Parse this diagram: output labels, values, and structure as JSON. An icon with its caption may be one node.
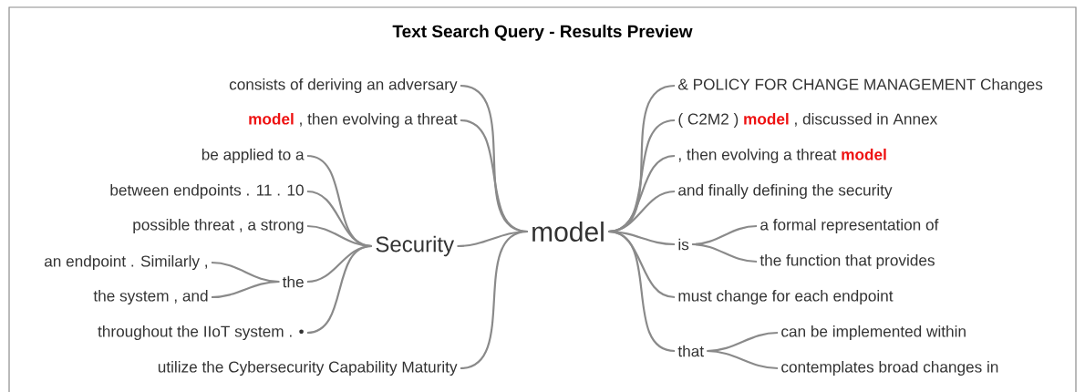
{
  "diagram": {
    "title": "Text Search Query - Results Preview",
    "nodes": [
      {
        "text": [
          "consists of deriving an adversary"
        ]
      },
      {
        "text": [
          "**model** , then evolving a threat"
        ]
      },
      {
        "text": [
          "be applied to a"
        ]
      },
      {
        "text": [
          "between endpoints . 11 . 10"
        ]
      },
      {
        "text": [
          "possible threat , a strong"
        ]
      },
      {
        "text": [
          "an endpoint . Similarly ,"
        ]
      },
      {
        "text": [
          "the system , and"
        ]
      },
      {
        "text": [
          "the"
        ]
      },
      {
        "text": [
          "throughout the IIoT system . •"
        ]
      },
      {
        "text": [
          "Security"
        ]
      },
      {
        "text": [
          "utilize the Cybersecurity Capability Maturity"
        ]
      },
      {
        "text": [
          "model"
        ]
      },
      {
        "text": [
          "& POLICY FOR CHANGE MANAGEMENT Changes"
        ]
      },
      {
        "text": [
          "( C2M2 ) **model** , discussed in Annex"
        ]
      },
      {
        "text": [
          ", then evolving a threat **model**"
        ]
      },
      {
        "text": [
          "and finally defining the security"
        ]
      },
      {
        "text": [
          "is"
        ]
      },
      {
        "text": [
          "a formal representation of"
        ]
      },
      {
        "text": [
          "the function that provides"
        ]
      },
      {
        "text": [
          "must change for each endpoint"
        ]
      },
      {
        "text": [
          "that"
        ]
      },
      {
        "text": [
          "can be implemented within"
        ]
      },
      {
        "text": [
          "contemplates broad changes in"
        ]
      }
    ],
    "edges": [
      {
        "from": 11,
        "to": 0,
        "arrow": "none"
      },
      {
        "from": 11,
        "to": 1,
        "arrow": "none"
      },
      {
        "from": 11,
        "to": 9,
        "arrow": "none"
      },
      {
        "from": 11,
        "to": 10,
        "arrow": "none"
      },
      {
        "from": 9,
        "to": 2,
        "arrow": "none"
      },
      {
        "from": 9,
        "to": 3,
        "arrow": "none"
      },
      {
        "from": 9,
        "to": 4,
        "arrow": "none"
      },
      {
        "from": 9,
        "to": 7,
        "arrow": "none"
      },
      {
        "from": 9,
        "to": 8,
        "arrow": "none"
      },
      {
        "from": 7,
        "to": 5,
        "arrow": "none"
      },
      {
        "from": 7,
        "to": 6,
        "arrow": "none"
      },
      {
        "from": 11,
        "to": 12,
        "arrow": "none"
      },
      {
        "from": 11,
        "to": 13,
        "arrow": "none"
      },
      {
        "from": 11,
        "to": 14,
        "arrow": "none"
      },
      {
        "from": 11,
        "to": 15,
        "arrow": "none"
      },
      {
        "from": 11,
        "to": 16,
        "arrow": "none"
      },
      {
        "from": 11,
        "to": 19,
        "arrow": "none"
      },
      {
        "from": 11,
        "to": 20,
        "arrow": "none"
      },
      {
        "from": 16,
        "to": 17,
        "arrow": "none"
      },
      {
        "from": 16,
        "to": 18,
        "arrow": "none"
      },
      {
        "from": 20,
        "to": 21,
        "arrow": "none"
      },
      {
        "from": 20,
        "to": 22,
        "arrow": "none"
      }
    ]
  }
}
